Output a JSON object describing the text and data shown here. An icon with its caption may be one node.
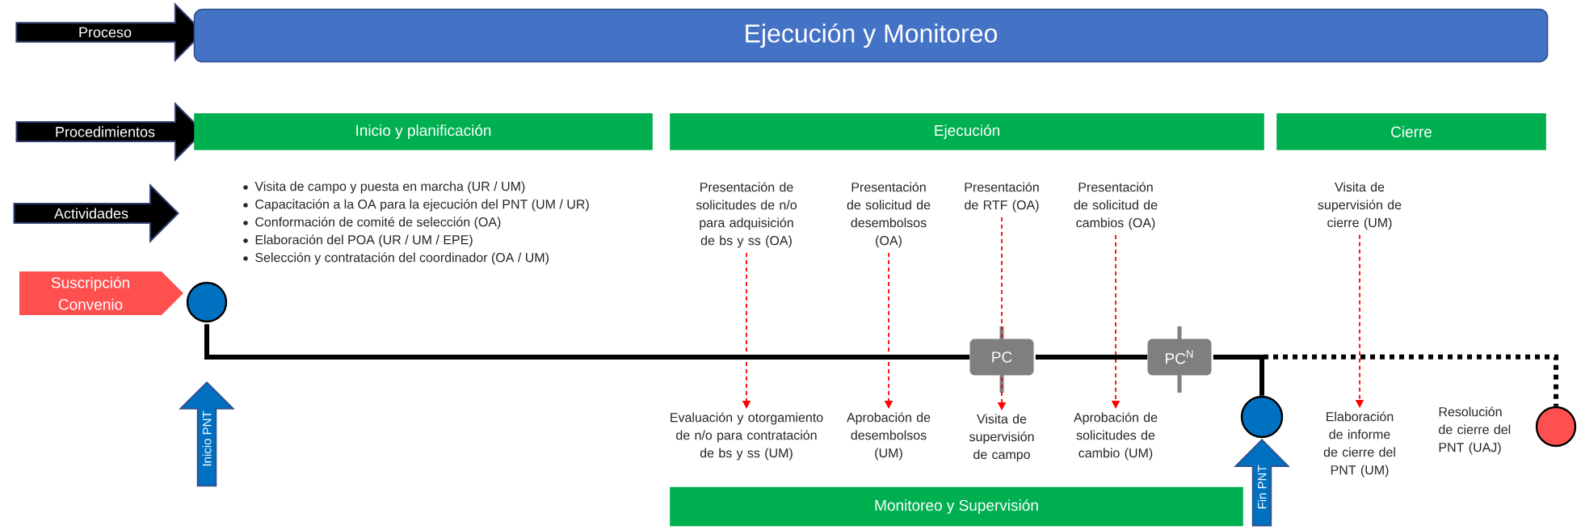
{
  "diagram": {
    "nodes": [
      {
        "text": [
          "Proceso"
        ]
      },
      {
        "text": [
          "Ejecución y Monitoreo"
        ]
      },
      {
        "text": [
          "Procedimientos"
        ]
      },
      {
        "text": [
          "Inicio y planificación"
        ]
      },
      {
        "text": [
          "Ejecución"
        ]
      },
      {
        "text": [
          "Cierre"
        ]
      },
      {
        "text": [
          "Actividades"
        ]
      },
      {
        "text": [
          "Presentación de solicitudes de n/o para adquisición de bs y ss (OA)"
        ]
      },
      {
        "text": [
          "Presentación de solicitud de desembolsos (OA)"
        ]
      },
      {
        "text": [
          "Presentación de RTF (OA)"
        ]
      },
      {
        "text": [
          "Presentación de solicitud de cambios (OA)"
        ]
      },
      {
        "text": [
          "Visita de supervisión de cierre (UM)"
        ]
      },
      {
        "text": [
          "Suscripción Convenio"
        ]
      },
      {
        "text": [],
        "shape": "circle"
      },
      {
        "text": [
          "PC"
        ]
      },
      {
        "text": [
          "PC$^{N}$"
        ]
      },
      {
        "text": [],
        "shape": "circle"
      },
      {
        "text": [],
        "shape": "circle",
        "beside": [
          "Resolución de cierre del PNT (UAJ)"
        ]
      },
      {
        "text": [
          "Inicio PNT"
        ]
      },
      {
        "text": [
          "Evaluación y otorgamiento de n/o para contratación de bs y ss (UM)"
        ]
      },
      {
        "text": [
          "Aprobación de desembolsos (UM)"
        ]
      },
      {
        "text": [
          "Visita de supervisión de campo"
        ]
      },
      {
        "text": [
          "Aprobación de solicitudes de cambio (UM)"
        ]
      },
      {
        "text": [
          "Elaboración de informe de cierre del PNT (UM)"
        ]
      },
      {
        "text": [
          "Fin PNT"
        ]
      },
      {
        "text": [
          "Monitoreo y Supervisión"
        ]
      }
    ],
    "edges": [
      {
        "from": 7,
        "to": 19,
        "arrow": "to",
        "style": "dashed",
        "color": "#ff0000"
      },
      {
        "from": 8,
        "to": 20,
        "arrow": "to",
        "style": "dashed",
        "color": "#ff0000"
      },
      {
        "from": 9,
        "to": 14,
        "arrow": "none",
        "style": "dashed",
        "color": "#ff0000"
      },
      {
        "from": 14,
        "to": 21,
        "arrow": "to",
        "style": "dashed",
        "color": "#ff0000"
      },
      {
        "from": 10,
        "to": 22,
        "arrow": "to",
        "style": "dashed",
        "color": "#ff0000"
      },
      {
        "from": 11,
        "to": 23,
        "arrow": "to",
        "style": "dashed",
        "color": "#ff0000"
      },
      {
        "from": 13,
        "to": 14,
        "arrow": "none",
        "style": "thick",
        "color": "#000000"
      },
      {
        "from": 14,
        "to": 15,
        "arrow": "none",
        "style": "thick",
        "color": "#000000"
      },
      {
        "from": 15,
        "to": 16,
        "arrow": "none",
        "style": "thick",
        "color": "#000000"
      },
      {
        "from": 16,
        "to": 17,
        "arrow": "none",
        "style": "dashed",
        "color": "#000000"
      }
    ],
    "labels": [
      "Visita de campo y puesta en marcha (UR / UM)",
      "Capacitación a la OA para la ejecución del PNT (UM / UR)",
      "Conformación de comité de selección (OA)",
      "Elaboración del POA (UR / UM / EPE)",
      "Selección y contratación del coordinador (OA / UM)"
    ]
  }
}
